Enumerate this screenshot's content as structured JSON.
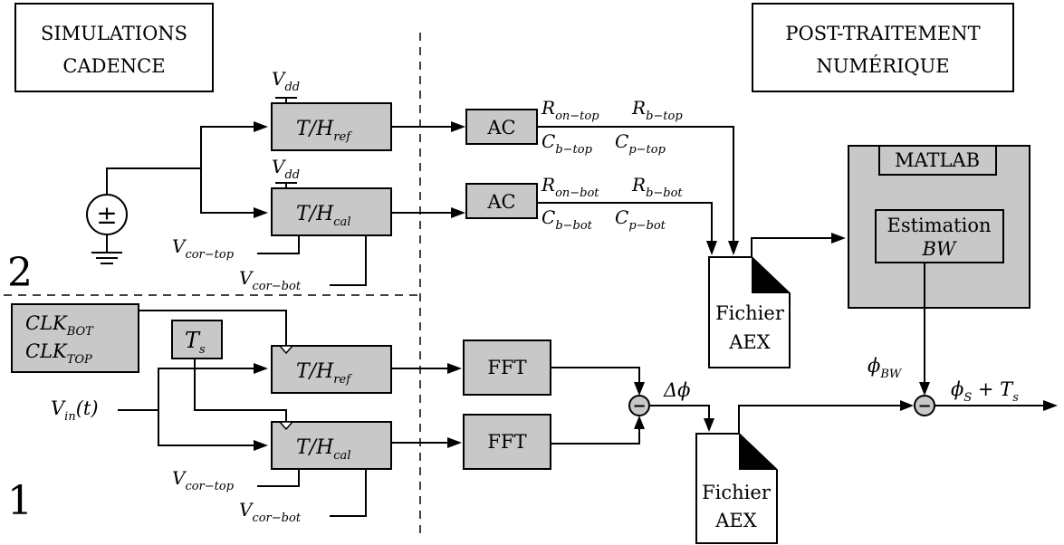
{
  "labels": {
    "sim_line1": "SIMULATIONS",
    "sim_line2": "CADENCE",
    "post_line1": "POST-TRAITEMENT",
    "post_line2": "NUMÉRIQUE",
    "region2": "2",
    "region1": "1"
  },
  "top": {
    "vdd_main": "V",
    "vdd_sub": "dd",
    "th_main": "T/H",
    "ref_sub": "ref",
    "cal_sub": "cal",
    "ac": "AC",
    "r_on_top": "R",
    "r_on_top_sub": "on−top",
    "r_b_top": "R",
    "r_b_top_sub": "b−top",
    "c_b_top": "C",
    "c_b_top_sub": "b−top",
    "c_p_top": "C",
    "c_p_top_sub": "p−top",
    "r_on_bot": "R",
    "r_on_bot_sub": "on−bot",
    "r_b_bot": "R",
    "r_b_bot_sub": "b−bot",
    "c_b_bot": "C",
    "c_b_bot_sub": "b−bot",
    "c_p_bot": "C",
    "c_p_bot_sub": "p−bot",
    "vcor_main": "V",
    "vcor_top_sub": "cor−top",
    "vcor_bot_sub": "cor−bot",
    "source_symbol": "±"
  },
  "matlab": {
    "title": "MATLAB",
    "est_line1": "Estimation",
    "est_line2": "BW"
  },
  "files": {
    "line1": "Fichier",
    "line2": "AEX"
  },
  "bottom": {
    "clk_bot": "CLK",
    "clk_bot_sub": "BOT",
    "clk_top": "CLK",
    "clk_top_sub": "TOP",
    "ts_main": "T",
    "ts_sub": "s",
    "vin": "V",
    "vin_sub": "in",
    "vin_arg": "(t)",
    "fft": "FFT",
    "delta_phi": "Δϕ",
    "phi_bw": "ϕ",
    "phi_bw_sub": "BW",
    "phi_s": "ϕ",
    "phi_s_sub": "S",
    "phi_s_tail": " + T",
    "phi_s_tail_sub": "s",
    "minus": "−"
  }
}
